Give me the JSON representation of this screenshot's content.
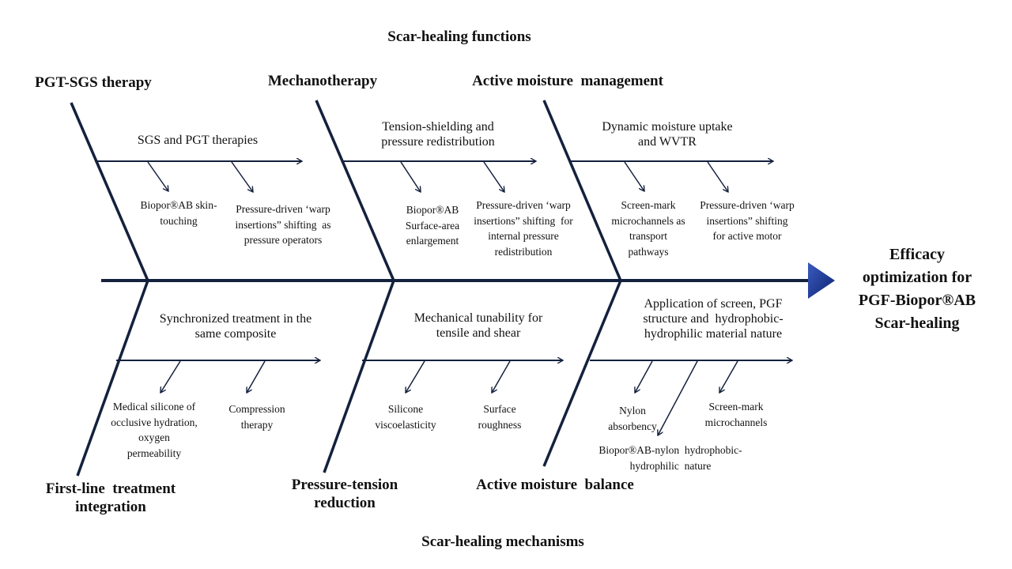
{
  "titles": {
    "top": "Scar-healing functions",
    "bottom": "Scar-healing mechanisms"
  },
  "effect": {
    "label": "Efficacy optimization for PGF-Biopor®AB Scar-healing",
    "lines": [
      "Efficacy",
      "optimization for",
      "PGF-Biopor®AB",
      "Scar-healing"
    ]
  },
  "categories_top": [
    {
      "label": "PGT-SGS therapy",
      "branch": "SGS and PGT therapies",
      "causes": [
        "Biopor®AB skin-touching",
        "Pressure-driven ‘warp insertions” shifting  as pressure operators"
      ]
    },
    {
      "label": "Mechanotherapy",
      "branch": "Tension-shielding and pressure redistribution",
      "causes": [
        "Biopor®AB Surface-area enlargement",
        "Pressure-driven ‘warp insertions” shifting  for internal pressure redistribution"
      ]
    },
    {
      "label": "Active moisture  management",
      "branch": "Dynamic moisture uptake and WVTR",
      "causes": [
        "Screen-mark microchannels as transport pathways",
        "Pressure-driven ‘warp insertions” shifting  for active motor"
      ]
    }
  ],
  "categories_bottom": [
    {
      "label": "First-line  treatment integration",
      "branch": "Synchronized treatment in the same composite",
      "causes": [
        "Medical silicone of occlusive hydration, oxygen permeability",
        "Compression therapy"
      ]
    },
    {
      "label": "Pressure-tension reduction",
      "branch": "Mechanical tunability for tensile and shear",
      "causes": [
        "Silicone viscoelasticity",
        "Surface roughness"
      ]
    },
    {
      "label": "Active moisture  balance",
      "branch": "Application of screen, PGF structure and  hydrophobic-hydrophilic material nature",
      "causes": [
        "Nylon absorbency",
        "Screen-mark microchannels",
        "Biopor®AB-nylon  hydrophobic-hydrophilic  nature"
      ]
    }
  ],
  "colors": {
    "line": "#14213d",
    "head": "#1f3a8a"
  }
}
